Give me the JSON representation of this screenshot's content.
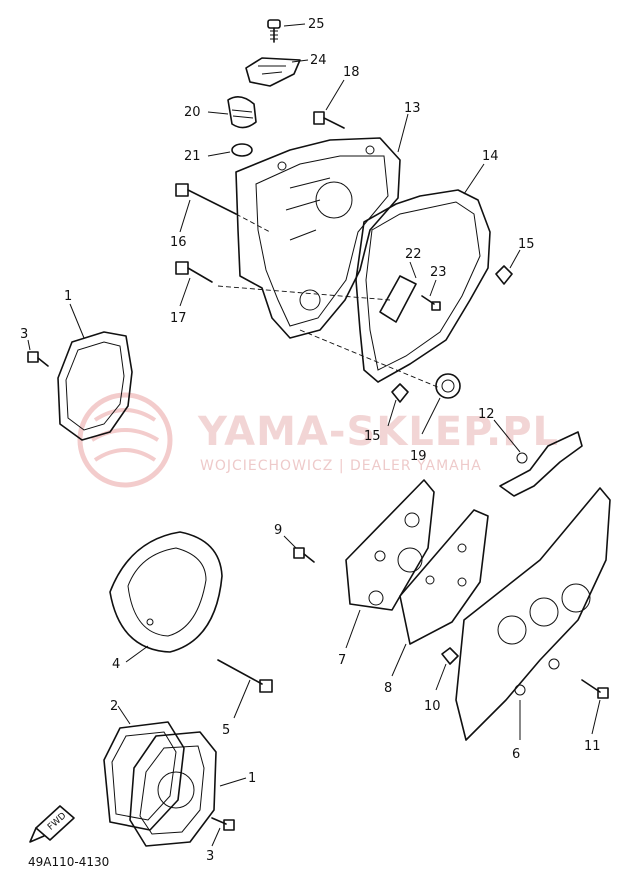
{
  "diagram": {
    "code": "49A110-4130",
    "watermark": {
      "title": "YAMA-SKLEP.PL",
      "subtitle": "WOJCIECHOWICZ | DEALER YAMAHA"
    },
    "fwd_label": "FWD",
    "callouts": {
      "c25": "25",
      "c24": "24",
      "c18": "18",
      "c20": "20",
      "c21": "21",
      "c13": "13",
      "c14": "14",
      "c16": "16",
      "c15a": "15",
      "c22": "22",
      "c23": "23",
      "c17": "17",
      "c1a": "1",
      "c3a": "3",
      "c15b": "15",
      "c19": "19",
      "c12": "12",
      "c9": "9",
      "c4": "4",
      "c7": "7",
      "c8": "8",
      "c10": "10",
      "c5": "5",
      "c6": "6",
      "c11": "11",
      "c2": "2",
      "c1b": "1",
      "c3b": "3"
    }
  }
}
